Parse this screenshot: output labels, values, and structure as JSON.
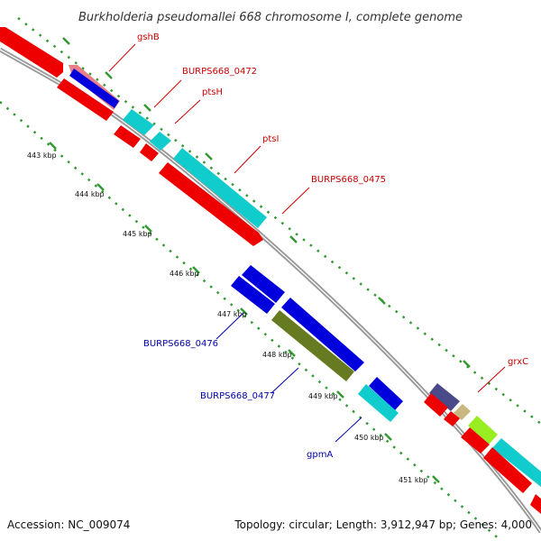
{
  "title": "Burkholderia pseudomallei 668 chromosome I, complete genome",
  "footer": {
    "accession": "Accession: NC_009074",
    "topology": "Topology: circular; Length: 3,912,947 bp; Genes: 4,000"
  },
  "kbp_labels": [
    "443 kbp",
    "444 kbp",
    "445 kbp",
    "446 kbp",
    "447 kbp",
    "448 kbp",
    "449 kbp",
    "450 kbp",
    "451 kbp"
  ],
  "gene_labels": [
    {
      "text": "gshB",
      "color": "#cc0000"
    },
    {
      "text": "BURPS668_0472",
      "color": "#cc0000"
    },
    {
      "text": "ptsH",
      "color": "#cc0000"
    },
    {
      "text": "ptsI",
      "color": "#cc0000"
    },
    {
      "text": "BURPS668_0475",
      "color": "#cc0000"
    },
    {
      "text": "BURPS668_0476",
      "color": "#0000aa"
    },
    {
      "text": "BURPS668_0477",
      "color": "#0000aa"
    },
    {
      "text": "gpmA",
      "color": "#0000aa"
    },
    {
      "text": "grxC",
      "color": "#cc0000"
    }
  ],
  "colors": {
    "red": "#ee0000",
    "blue": "#0000dd",
    "cyan": "#11cccc",
    "olive": "#667a22",
    "pink": "#e8808a",
    "navy": "#4a4a8a",
    "khaki": "#c8b880",
    "lime": "#99ee22",
    "dots": "#339933",
    "backbone": "#999999"
  }
}
